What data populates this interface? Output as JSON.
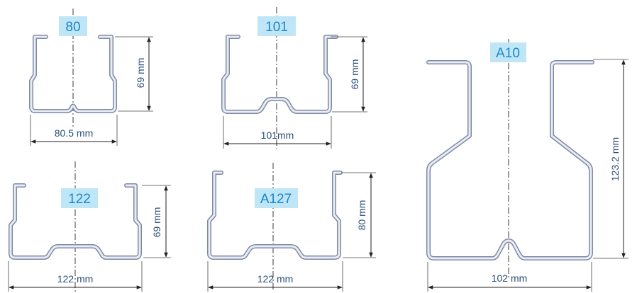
{
  "profiles": [
    {
      "id": "p80",
      "label": "80",
      "width": "80.5 mm",
      "height": "69 mm"
    },
    {
      "id": "p101",
      "label": "101",
      "width": "101mm",
      "height": "69 mm"
    },
    {
      "id": "pa10",
      "label": "A10",
      "width": "102 mm",
      "height": "123.2 mm"
    },
    {
      "id": "p122",
      "label": "122",
      "width": "122 mm",
      "height": "69 mm"
    },
    {
      "id": "pa127",
      "label": "A127",
      "width": "122 mm",
      "height": "80 mm"
    }
  ]
}
